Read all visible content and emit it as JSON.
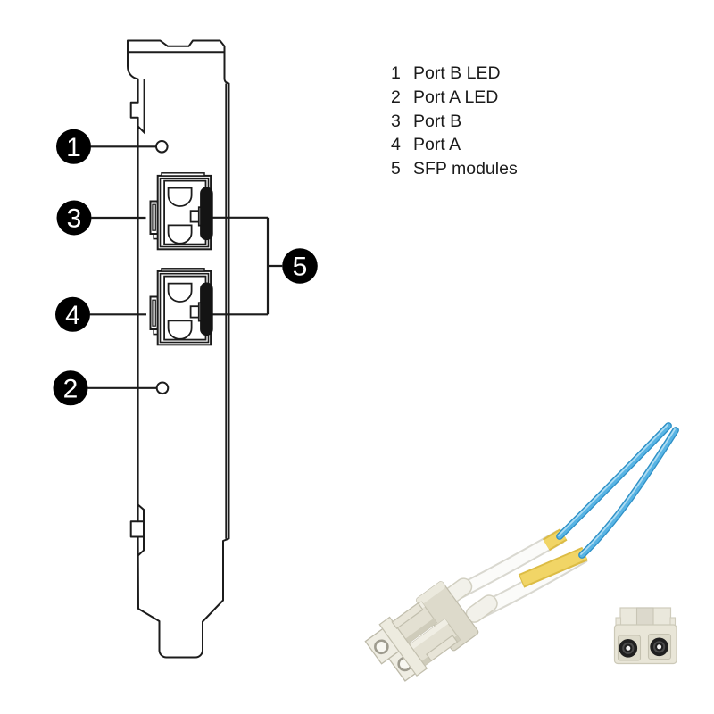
{
  "diagram": {
    "legend": {
      "items": [
        {
          "num": "1",
          "label": "Port B LED"
        },
        {
          "num": "2",
          "label": "Port A LED"
        },
        {
          "num": "3",
          "label": "Port B"
        },
        {
          "num": "4",
          "label": "Port A"
        },
        {
          "num": "5",
          "label": "SFP modules"
        }
      ]
    },
    "callouts": {
      "c1": "1",
      "c2": "2",
      "c3": "3",
      "c4": "4",
      "c5": "5"
    },
    "colors": {
      "line_art": "#1c1c1c",
      "callout_fill": "#000000",
      "fiber_blue": "#46a8dc",
      "jacket_yellow": "#efd15f",
      "connector_cream": "#e7e4d6"
    }
  }
}
